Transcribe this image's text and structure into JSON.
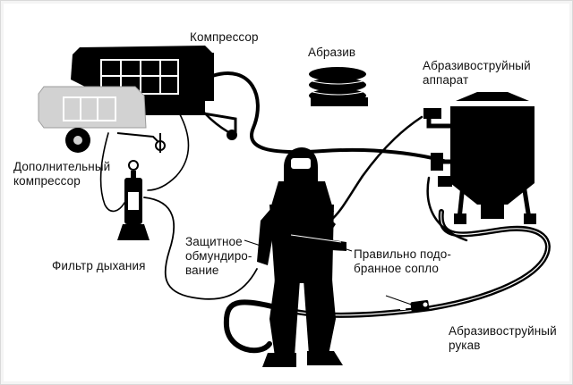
{
  "labels": {
    "compressor": "Компрессор",
    "abrasive": "Абразив",
    "blast_machine": [
      "Абразивоструйный",
      "аппарат"
    ],
    "aux_compressor": [
      "Дополнительный",
      "компрессор"
    ],
    "breathing_filter": "Фильтр дыхания",
    "protective_suit": [
      "Защитное",
      "обмундиро-",
      "вание"
    ],
    "nozzle": [
      "Правильно подо-",
      "бранное сопло"
    ],
    "blast_hose": [
      "Абразивоструйный",
      "рукав"
    ]
  },
  "colors": {
    "ink": "#000000",
    "aux_compressor_fill": "#d2d2d2",
    "text": "#111111",
    "background": "#ffffff"
  }
}
